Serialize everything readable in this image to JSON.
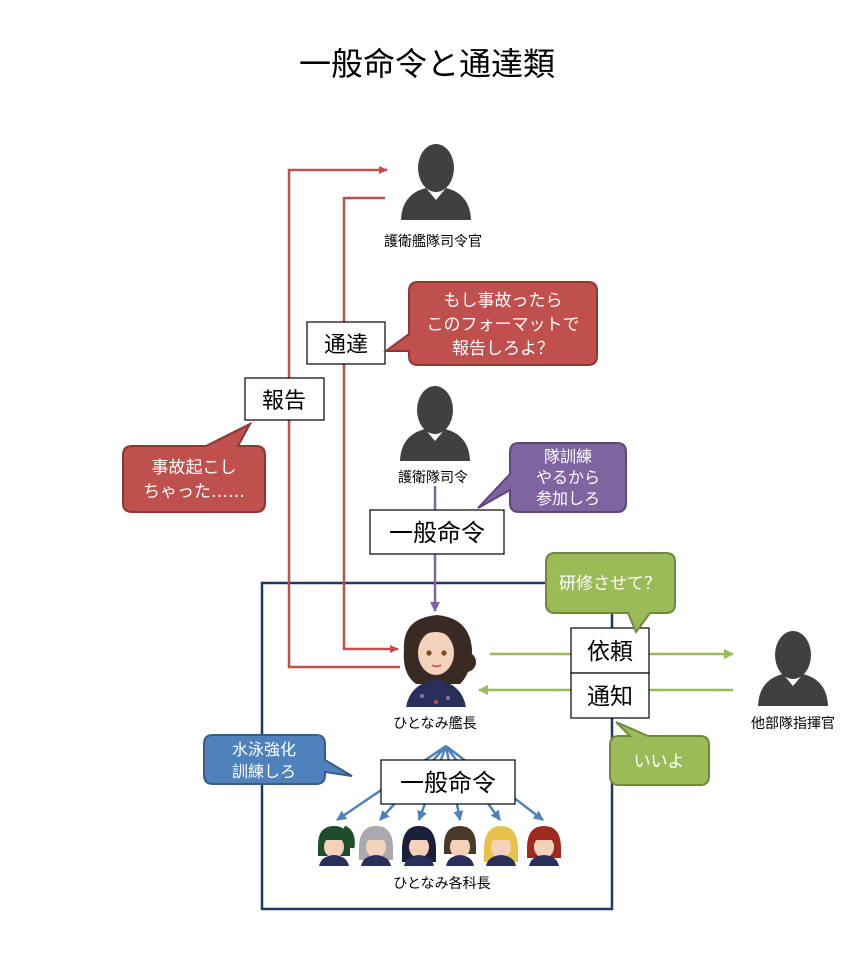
{
  "title": "一般命令と通達類",
  "people": {
    "escort_fleet_commander": "護衛艦隊司令官",
    "escort_commander": "護衛隊司令",
    "captain": "ひとなみ艦長",
    "other_commander": "他部隊指揮官",
    "dept_heads": "ひとなみ各科長"
  },
  "boxes": {
    "tsutatsu": "通達",
    "houkoku": "報告",
    "order_upper": "一般命令",
    "irai": "依頼",
    "tsuchi": "通知",
    "order_lower": "一般命令"
  },
  "bubbles": {
    "format": [
      "もし事故ったら",
      "このフォーマットで",
      "報告しろよ？"
    ],
    "accident": [
      "事故起こし",
      "ちゃった……"
    ],
    "training": [
      "隊訓練",
      "やるから",
      "参加しろ"
    ],
    "study": [
      "研修させて？"
    ],
    "ok": [
      "いいよ"
    ],
    "swim": [
      "水泳強化",
      "訓練しろ"
    ]
  },
  "colors": {
    "red_line": "#c0504d",
    "red_bubble": "#c0504d",
    "red_border": "#8c3836",
    "purple": "#8064a2",
    "purple_border": "#5c4776",
    "green": "#9bbb59",
    "green_border": "#71893f",
    "blue": "#4f81bd",
    "blue_border": "#385d8a",
    "frame": "#1f3864",
    "silhouette": "#404040"
  }
}
